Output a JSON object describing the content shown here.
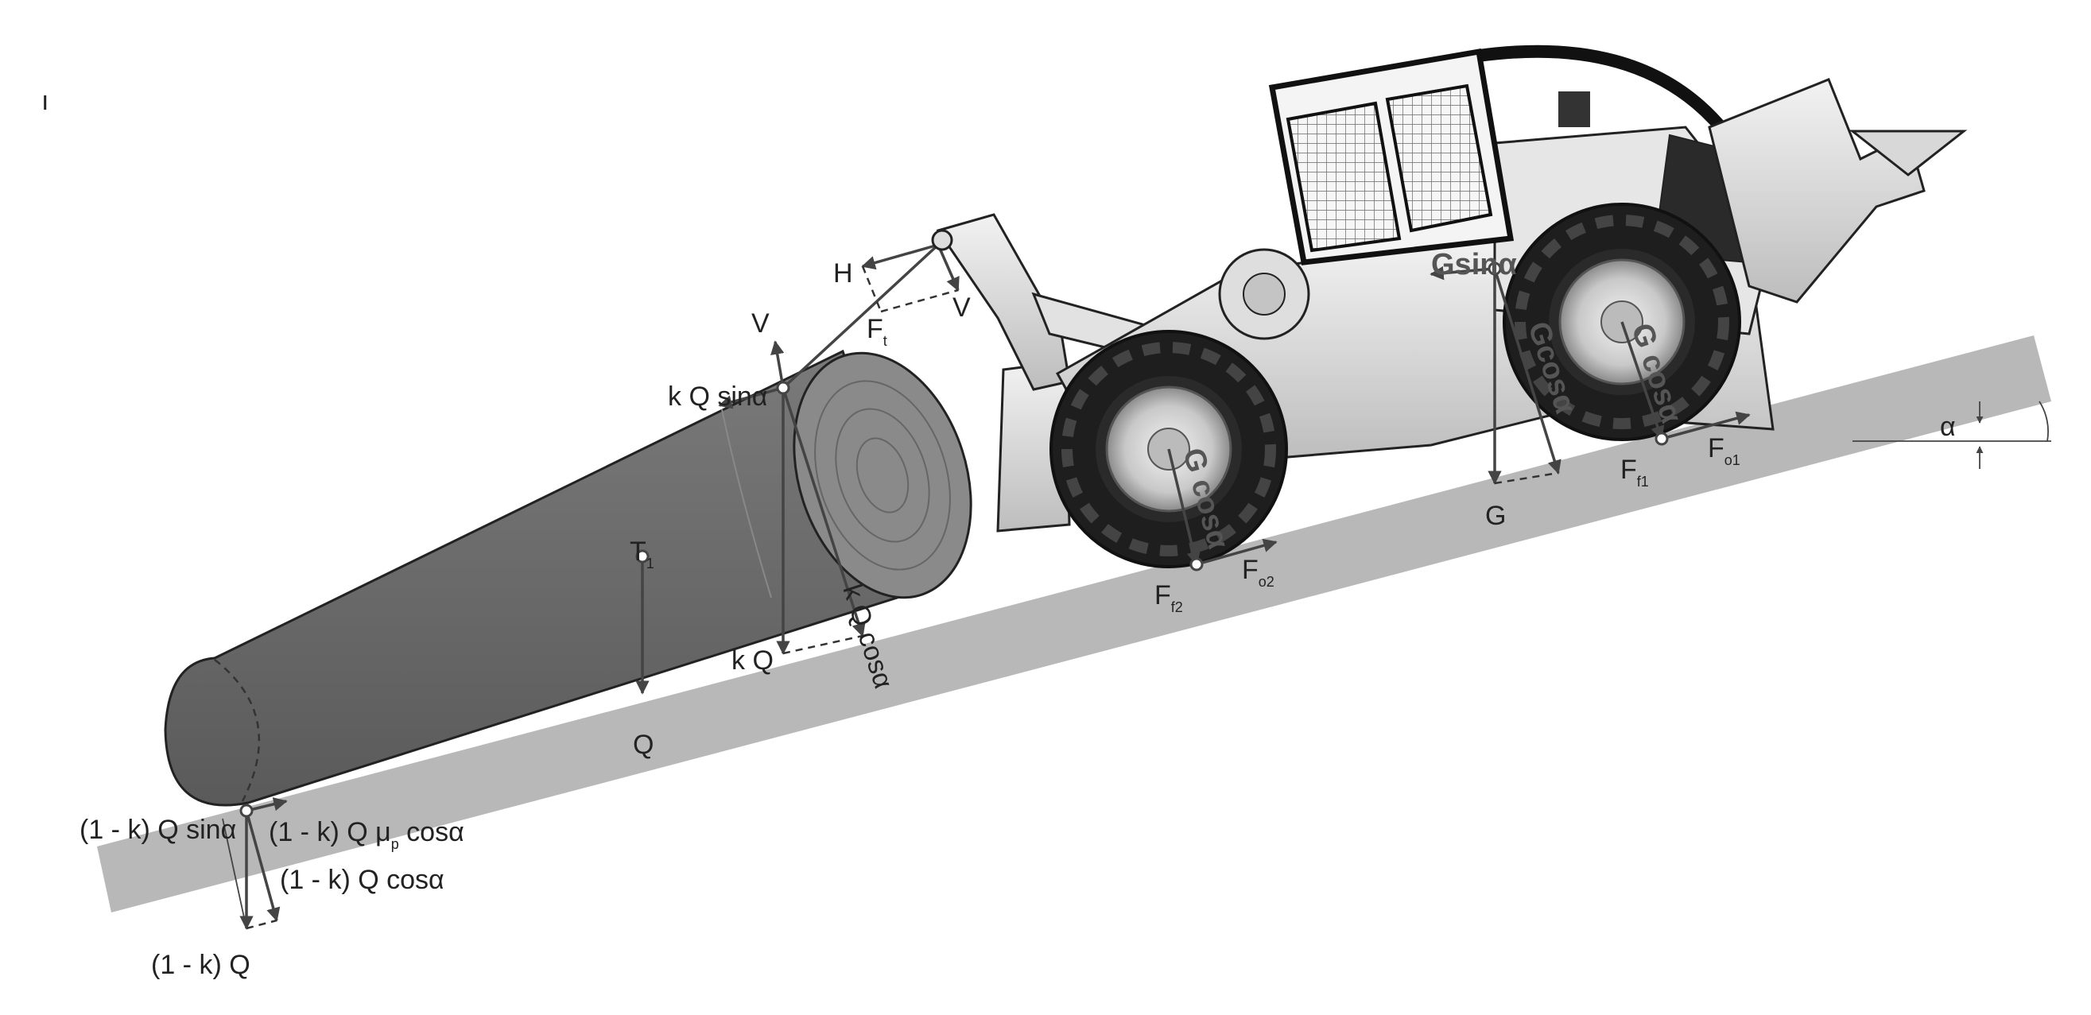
{
  "diagram": {
    "slope_angle_label": "α",
    "corner_mark": "ı",
    "labels": {
      "H": "H",
      "V_top": "V",
      "V_arch": "V",
      "F_t": "F",
      "F_t_sub": "t",
      "kQ_sin": "k Q sinα",
      "kQ_cos": "k Q cosα",
      "kQ": "k Q",
      "T1": "T",
      "T1_sub": "1",
      "Q": "Q",
      "lower_sin": "(1 - k) Q sinα",
      "lower_mu_a": "(1 - k) Q μ",
      "lower_mu_sub": "p",
      "lower_mu_b": " cosα",
      "lower_cos": "(1 - k) Q cosα",
      "lower_Q": "(1 - k) Q",
      "G_sin": "Gsinα",
      "G_cos_center": "Gcosα",
      "G_cos_rear": "G cosα",
      "G_cos_front": "G cosα",
      "G": "G",
      "F_f1": "F",
      "F_f1_sub": "f1",
      "F_o1": "F",
      "F_o1_sub": "o1",
      "F_f2": "F",
      "F_f2_sub": "f2",
      "F_o2": "F",
      "F_o2_sub": "o2"
    },
    "colors": {
      "ground": "#b8b8b8",
      "log": "#6d6d6d",
      "log_end": "#8a8a8a",
      "tire": "#1e1e1e",
      "body": "#dcdcdc",
      "arrow": "#444444"
    }
  }
}
